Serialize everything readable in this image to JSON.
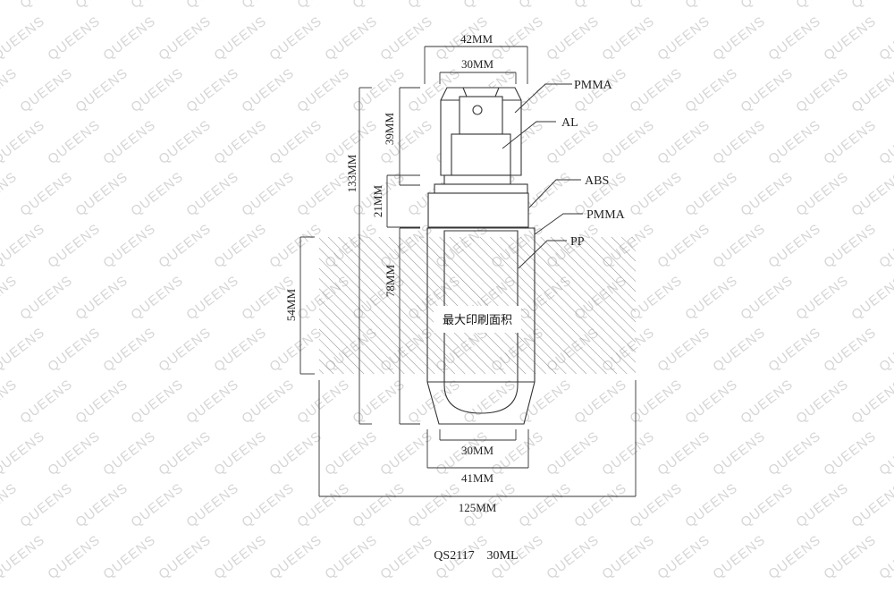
{
  "watermark": {
    "text": "QUEENS",
    "color": "#d4d4d4"
  },
  "colors": {
    "line": "#333333",
    "hatch": "#8a8a8a",
    "background": "#ffffff"
  },
  "dimensions": {
    "top_outer_width": "42MM",
    "top_inner_width": "30MM",
    "total_height": "133MM",
    "cap_height": "39MM",
    "collar_height": "21MM",
    "body_height": "78MM",
    "print_height": "54MM",
    "base_inner_width": "30MM",
    "base_outer_width": "41MM",
    "print_width": "125MM"
  },
  "materials": {
    "cap_outer": "PMMA",
    "cap_inner": "AL",
    "collar": "ABS",
    "body_outer": "PMMA",
    "body_inner": "PP"
  },
  "print_area_label": "最大印刷面积",
  "caption": {
    "model": "QS2117",
    "capacity": "30ML"
  }
}
